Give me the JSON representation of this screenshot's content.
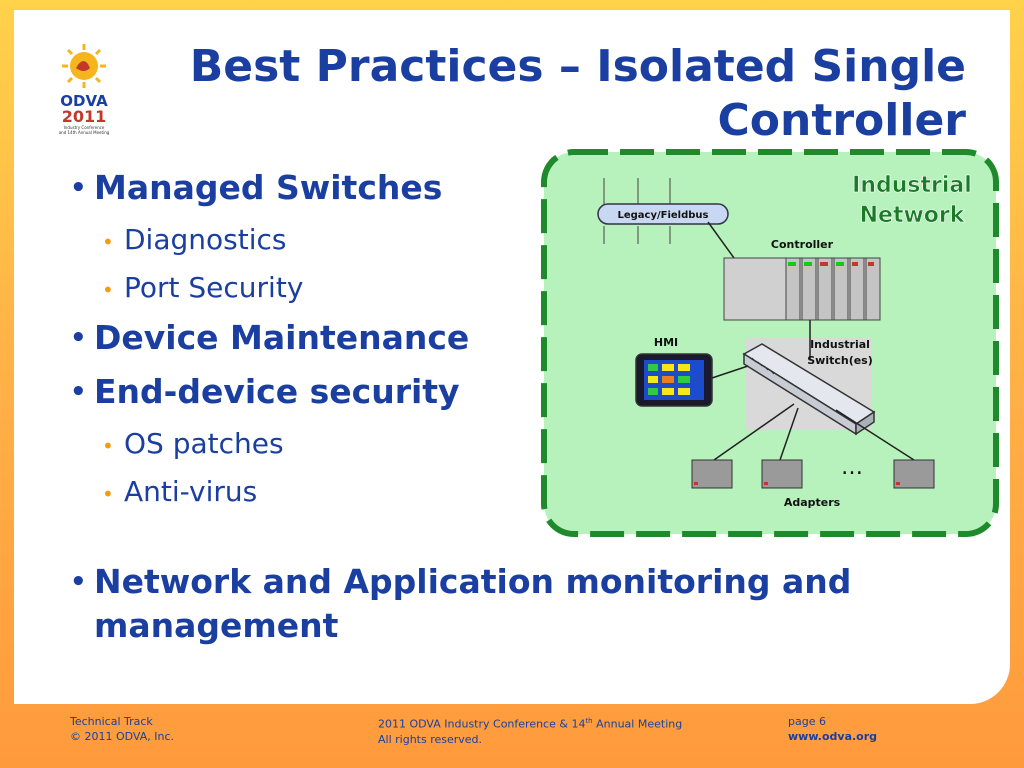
{
  "slide": {
    "title_line1": "Best Practices – Isolated Single",
    "title_line2": "Controller",
    "logo": {
      "text_top": "ODVA",
      "text_year": "2011",
      "subtitle_line1": "Industry Conference",
      "subtitle_line2": "and 14th Annual Meeting"
    },
    "bullets": [
      {
        "label": "Managed Switches",
        "subs": [
          "Diagnostics",
          "Port Security"
        ]
      },
      {
        "label": "Device Maintenance",
        "subs": []
      },
      {
        "label": "End-device security",
        "subs": [
          "OS patches",
          "Anti-virus"
        ]
      }
    ],
    "bullet_wide": "Network and Application monitoring and management"
  },
  "diagram": {
    "zone_label_line1": "Industrial",
    "zone_label_line2": "Network",
    "legacy_label": "Legacy/Fieldbus",
    "controller_label": "Controller",
    "hmi_label": "HMI",
    "switch_label_line1": "Industrial",
    "switch_label_line2": "Switch(es)",
    "adapters_label": "Adapters",
    "ellipsis": "…",
    "colors": {
      "zone_fill": "#b7f2bd",
      "zone_border": "#1f8a2b",
      "zone_text": "#1a7a28"
    }
  },
  "footer": {
    "left_line1": "Technical Track",
    "left_line2": "© 2011 ODVA, Inc.",
    "center_line1_pre": "2011 ODVA Industry Conference & 14",
    "center_line1_sup": "th",
    "center_line1_post": " Annual Meeting",
    "center_line2": "All rights reserved.",
    "right_line1": "page 6",
    "right_line2": "www.odva.org"
  }
}
